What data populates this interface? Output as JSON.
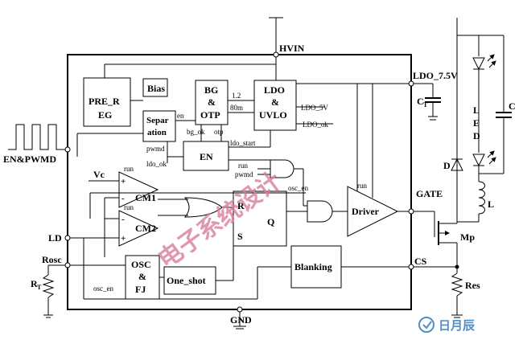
{
  "pins": {
    "hvin": "HVIN",
    "ldo_7v5": "LDO_7.5V",
    "en_pwmd": "EN&PWMD",
    "ld": "LD",
    "rosc": "Rosc",
    "gate": "GATE",
    "cs": "CS",
    "gnd": "GND"
  },
  "blocks": {
    "pre_reg_line1": "PRE_R",
    "pre_reg_line2": "EG",
    "bias": "Bias",
    "bg_otp_line1": "BG",
    "bg_otp_line2": "&",
    "bg_otp_line3": "OTP",
    "ldo_uvlo_line1": "LDO",
    "ldo_uvlo_line2": "&",
    "ldo_uvlo_line3": "UVLO",
    "separation_line1": "Separ",
    "separation_line2": "ation",
    "en": "EN",
    "driver": "Driver",
    "blanking": "Blanking",
    "osc_line1": "OSC",
    "osc_line2": "&",
    "osc_line3": "FJ",
    "one_shot": "One_shot",
    "cm1": "CM1",
    "cm2": "CM2",
    "latch_r": "R",
    "latch_s": "S",
    "latch_q": "Q"
  },
  "signals": {
    "en": "en",
    "v1_2": "1.2",
    "v80m": "80m",
    "ldo_5v": "LDO_5V",
    "ldo_ok": "LDO_ok",
    "bg_ok": "bg_ok",
    "otp": "otp",
    "pwmd_left": "pwmd",
    "ldo_ok_left": "ldo_ok",
    "ldo_start": "ldo_start",
    "run_and": "run",
    "pwmd_and": "pwmd",
    "osc_en": "osc_en",
    "run_cm1": "run",
    "run_cm2": "run",
    "run_driver": "run",
    "osc_en_left": "osc_en",
    "vc": "Vc",
    "plus": "+",
    "minus": "-"
  },
  "external": {
    "ct": "C",
    "ct_sub": "T",
    "led_l": "L",
    "led_e": "E",
    "led_d": "D",
    "c": "C",
    "d": "D",
    "l": "L",
    "mp": "Mp",
    "rt": "R",
    "rt_sub": "T",
    "res": "Res"
  },
  "watermark": "电子系统设计",
  "logo": "日月辰"
}
